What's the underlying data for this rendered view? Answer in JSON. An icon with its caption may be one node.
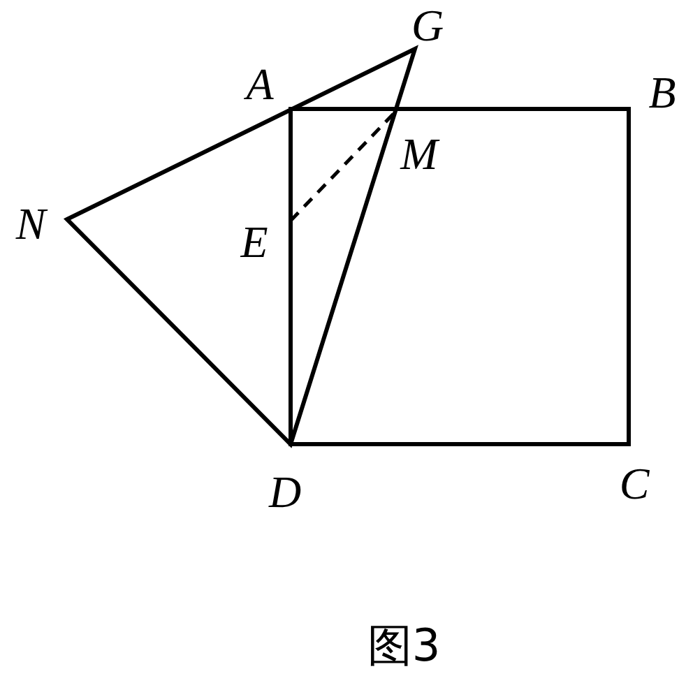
{
  "diagram": {
    "caption": "图3",
    "labels": [
      "G",
      "A",
      "B",
      "M",
      "N",
      "E",
      "D",
      "C"
    ]
  }
}
